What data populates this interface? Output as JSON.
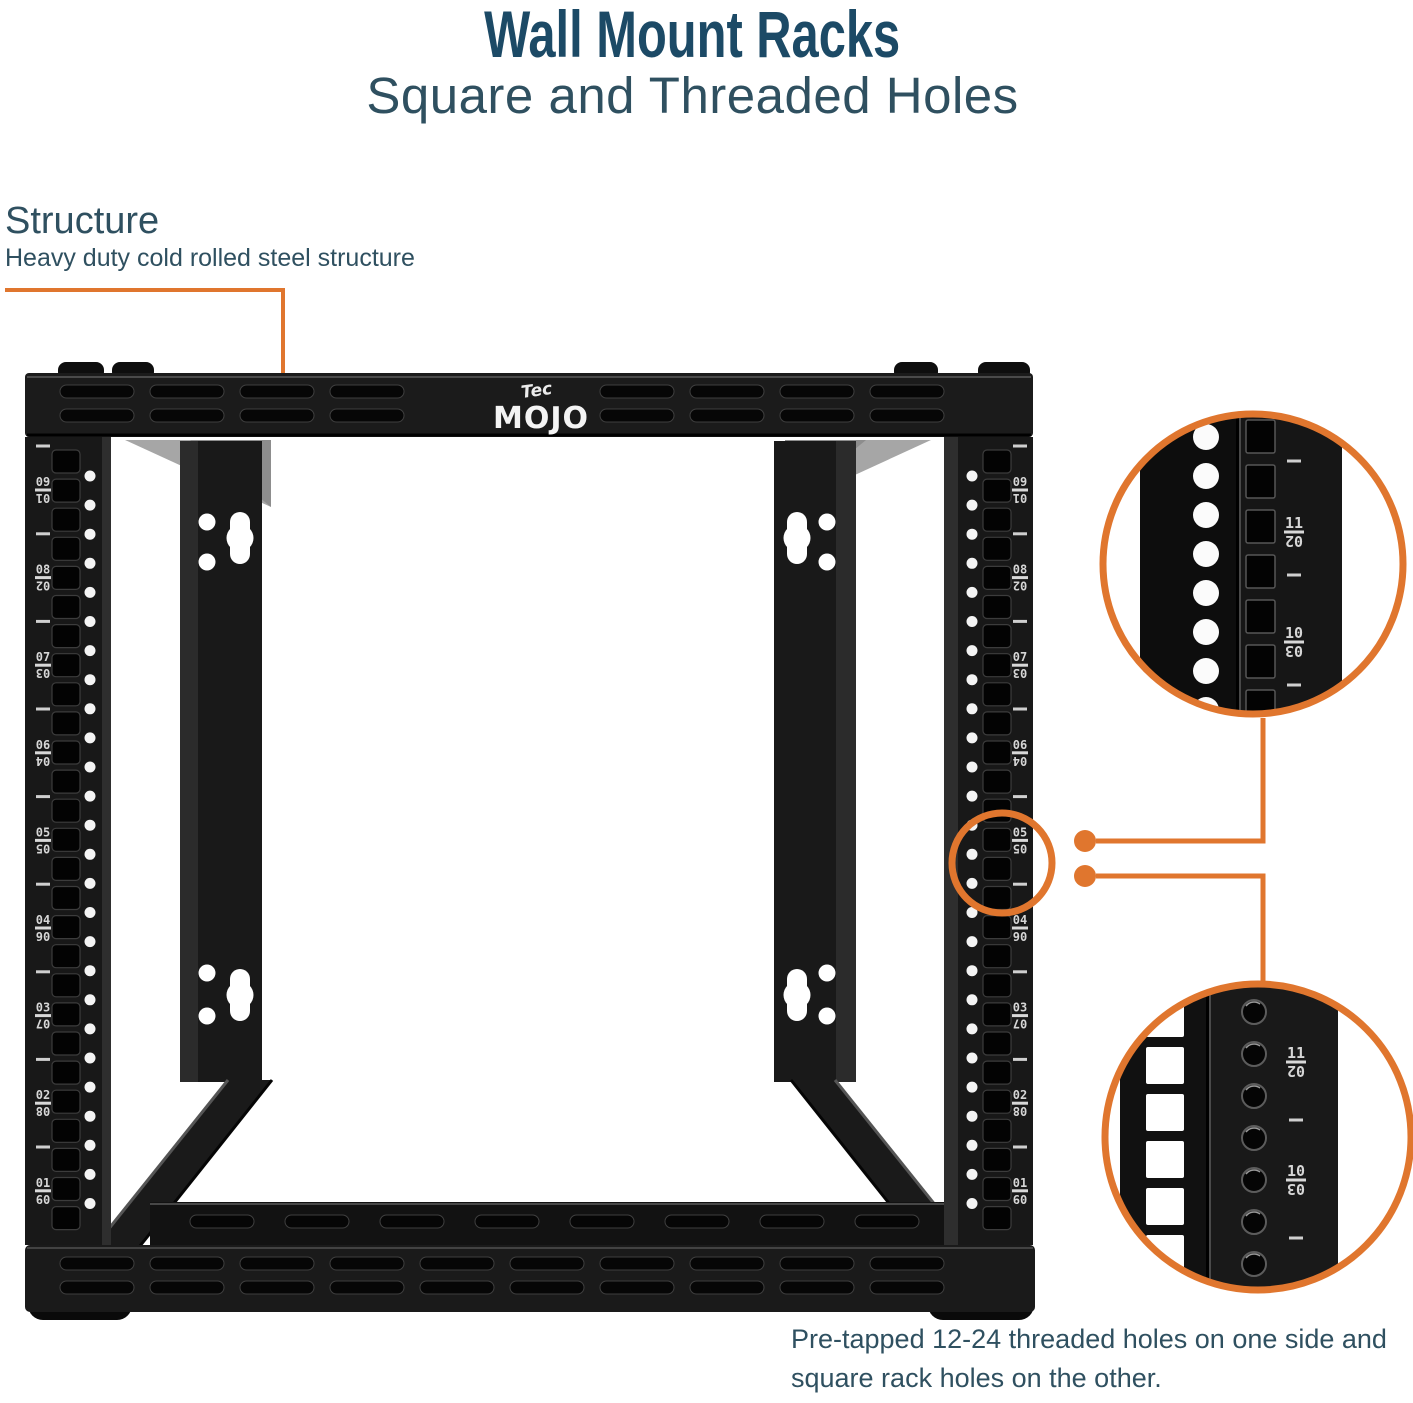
{
  "page": {
    "title": "Wall Mount Racks",
    "subtitle": "Square and Threaded Holes"
  },
  "structure_callout": {
    "heading": "Structure",
    "description": "Heavy duty cold rolled steel structure"
  },
  "brand": {
    "logo_top": "Tec",
    "logo_main": "MOJO"
  },
  "rack": {
    "u_labels": [
      {
        "front": "09",
        "flipped": "01"
      },
      {
        "front": "08",
        "flipped": "02"
      },
      {
        "front": "07",
        "flipped": "03"
      },
      {
        "front": "06",
        "flipped": "04"
      },
      {
        "front": "05",
        "flipped": "05"
      },
      {
        "front": "04",
        "flipped": "06"
      },
      {
        "front": "03",
        "flipped": "07"
      },
      {
        "front": "02",
        "flipped": "08"
      },
      {
        "front": "01",
        "flipped": "09"
      }
    ]
  },
  "callouts": {
    "top_circle": {
      "labels": [
        {
          "front": "11",
          "flipped": "02"
        },
        {
          "front": "10",
          "flipped": "03"
        }
      ]
    },
    "bottom_circle": {
      "labels": [
        {
          "front": "11",
          "flipped": "02"
        },
        {
          "front": "10",
          "flipped": "03"
        }
      ]
    }
  },
  "footnote": {
    "line1": "Pre-tapped 12-24 threaded holes on one side and",
    "line2": "square rack holes on the other."
  },
  "colors": {
    "accent": "#E0762E",
    "title_text": "#1C4A66",
    "body_text": "#2F5060",
    "rack_black": "#181818"
  }
}
